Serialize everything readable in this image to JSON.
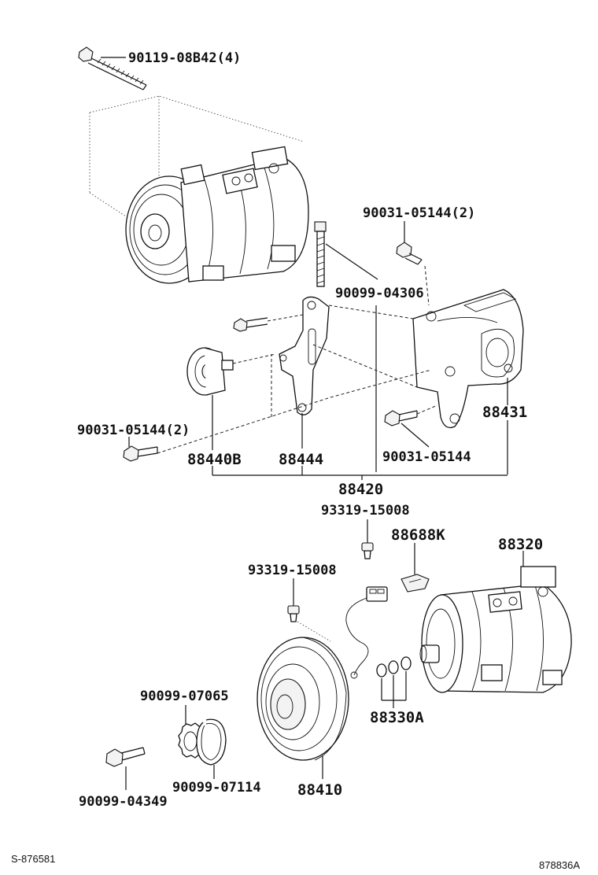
{
  "labels": {
    "bolt_top": "90119-08B42(4)",
    "bolt_bracket_right": "90031-05144(2)",
    "stud": "90099-04306",
    "bracket": "88431",
    "bolt_left": "90031-05144(2)",
    "idler": "88440B",
    "tensioner_bracket": "88444",
    "bolt_lower": "90031-05144",
    "assembly": "88420",
    "screw_upper": "93319-15008",
    "clip": "88688K",
    "compressor": "88320",
    "screw_lower": "93319-15008",
    "washer": "90099-07065",
    "shims": "88330A",
    "bolt_bottom": "90099-04349",
    "snap_ring": "90099-07114",
    "clutch": "88410"
  },
  "footer": {
    "left_code": "S-876581",
    "right_code": "878836A"
  }
}
